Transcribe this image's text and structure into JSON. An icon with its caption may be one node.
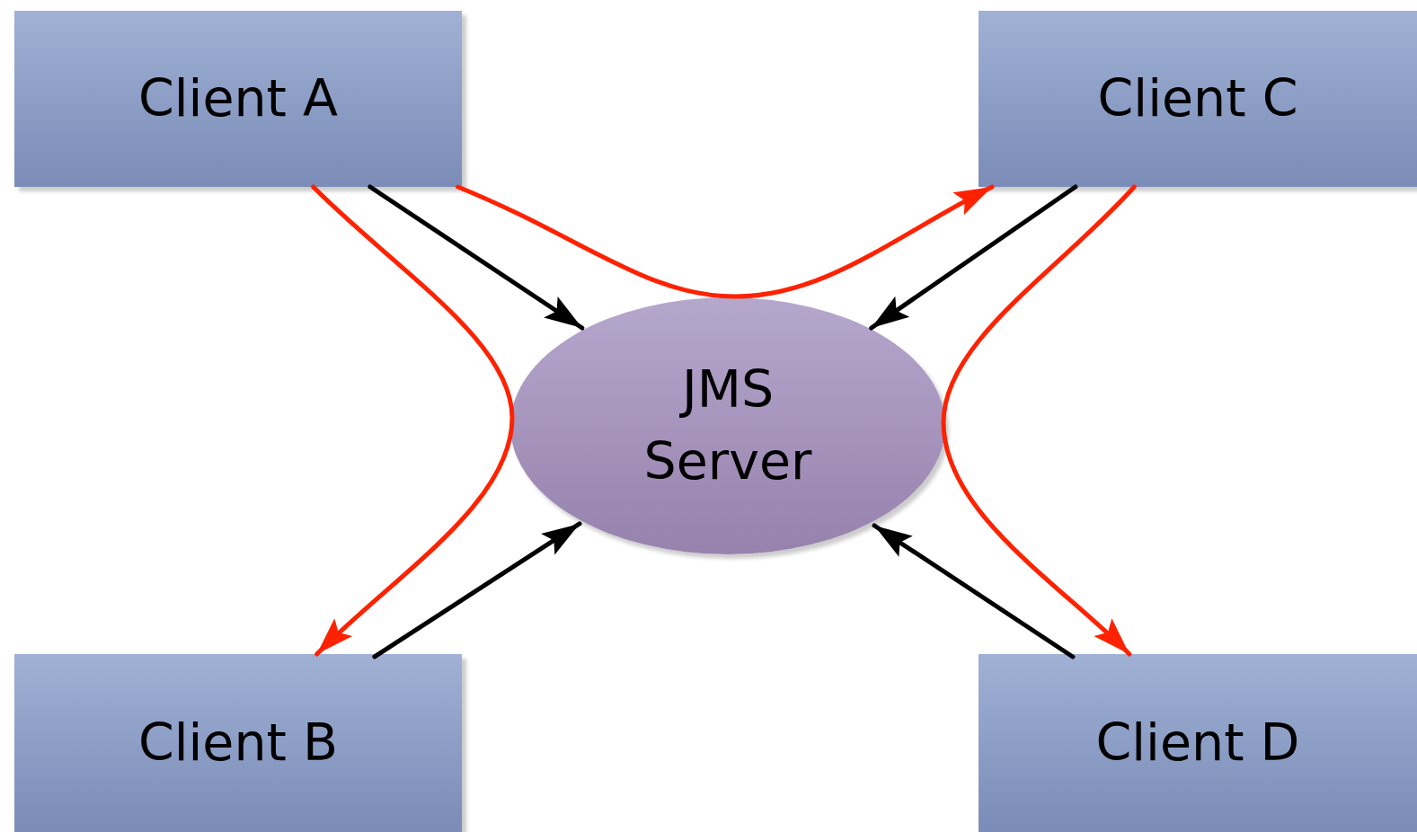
{
  "diagram": {
    "nodes": [
      {
        "text": [
          "Client A"
        ]
      },
      {
        "text": [
          "Client C"
        ]
      },
      {
        "text": [
          "JMS Server"
        ]
      },
      {
        "text": [
          "Client B"
        ]
      },
      {
        "text": [
          "Client D"
        ]
      }
    ],
    "edges": [
      {
        "from": 0,
        "to": 2,
        "arrow": "to"
      },
      {
        "from": 1,
        "to": 2,
        "arrow": "to"
      },
      {
        "from": 3,
        "to": 2,
        "arrow": "to"
      },
      {
        "from": 4,
        "to": 2,
        "arrow": "to"
      },
      {
        "from": 0,
        "to": 3,
        "arrow": "to",
        "color": "#ff2200"
      },
      {
        "from": 0,
        "to": 1,
        "arrow": "to",
        "color": "#ff2200"
      },
      {
        "from": 1,
        "to": 4,
        "arrow": "to",
        "color": "#ff2200"
      }
    ]
  }
}
